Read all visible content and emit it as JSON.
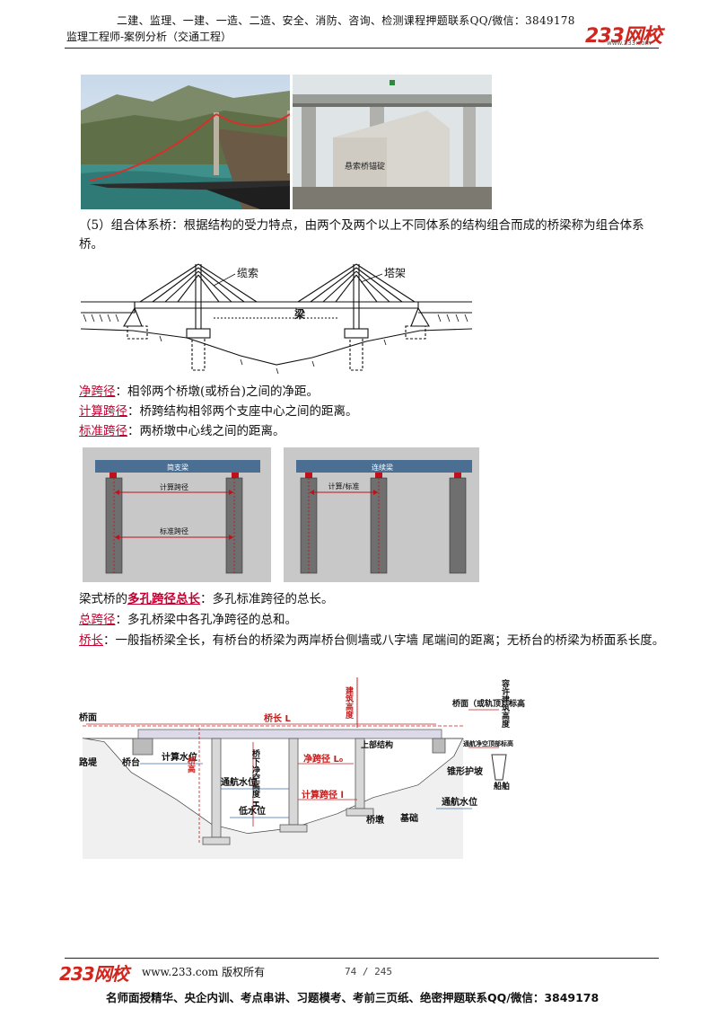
{
  "header": {
    "top_line": "二建、监理、一建、一造、二造、安全、消防、咨询、检测课程押题联系QQ/微信：3849178",
    "subtitle": "监理工程师-案例分析（交通工程）",
    "logo": "233网校",
    "logo_url": "www.233.com"
  },
  "photos": {
    "right_label": "悬索桥锚碇"
  },
  "paragraph_5": "（5）组合体系桥：根据结构的受力特点，由两个及两个以上不同体系的结构组合而成的桥梁称为组合体系桥。",
  "cable_stayed_figure": {
    "label_cable": "缆索",
    "label_tower": "塔架",
    "label_beam": "梁"
  },
  "definitions": [
    {
      "term": "净跨径",
      "text": "：相邻两个桥墩(或桥台)之间的净距。"
    },
    {
      "term": "计算跨径",
      "text": "：桥跨结构相邻两个支座中心之间的距离。"
    },
    {
      "term": "标准跨径",
      "text": "：两桥墩中心线之间的距离。"
    }
  ],
  "span_figure": {
    "left_beam": "简支梁",
    "left_calc": "计算跨径",
    "left_std": "标准跨径",
    "right_beam": "连续梁",
    "right_calc": "计算/标准"
  },
  "definitions2": {
    "multi_prefix": "梁式桥的",
    "multi_term": "多孔跨径总长",
    "multi_text": "：多孔标准跨径的总长。",
    "total_term": "总跨径",
    "total_text": "：多孔桥梁中各孔净跨径的总和。",
    "length_term": "桥长",
    "length_text": "：一般指桥梁全长，有桥台的桥梁为两岸桥台侧墙或八字墙 尾端间的距离；无桥台的桥梁为桥面系长度。"
  },
  "bridge_figure": {
    "deck": "桥面",
    "length": "桥长 L",
    "build_height": "建筑高度",
    "deck_or_rail": "桥面（或轨顶）标高",
    "clearance_height": "容许建筑高度",
    "superstructure": "上部结构",
    "embankment": "路堤",
    "abutment": "桥台",
    "calc_water": "计算水位",
    "under_clear": "桥下净空高度 H",
    "clear_span": "净跨径 L₀",
    "calc_span": "计算跨径 l",
    "nav_water": "通航水位",
    "low_water": "低水位",
    "pier": "桥墩",
    "foundation": "基础",
    "cone_slope": "锥形护坡",
    "nav_clear": "通航净空顶部标高",
    "nav_water2": "通航水位",
    "ship": "船舶",
    "bridge_height": "桥高"
  },
  "footer": {
    "logo": "233网校",
    "copyright": "www.233.com 版权所有",
    "page": "74 / 245",
    "bottom_line": "名师面授精华、央企内训、考点串讲、习题模考、考前三页纸、绝密押题联系QQ/微信：3849178"
  }
}
